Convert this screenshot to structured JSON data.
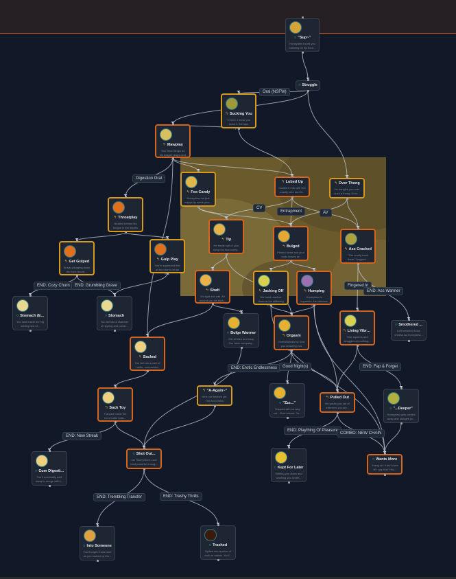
{
  "colors": {
    "canvas_bg": "#111827",
    "topbar_bg": "#261f24",
    "accent_orange": "#d9641c",
    "accent_gold": "#d99a1c",
    "node_bg": "#1f2633",
    "ending_icon": "#38bdf8"
  },
  "nodes": [
    {
      "id": "sup",
      "title": "\"Sup~\"",
      "icon": "circle-icon",
      "desc": "Honeydew found you roaming on his floor...",
      "avatar": "#d4a63a"
    },
    {
      "id": "struggle",
      "title": "Struggle",
      "icon": "circle-icon",
      "desc": ""
    },
    {
      "id": "sucking-you",
      "title": "Sucking You",
      "icon": "arrow-icon",
      "desc": "\"C'mon. I know you loved it. He laps your...",
      "avatar": "#9c9a3a"
    },
    {
      "id": "mawplay",
      "title": "Mawplay",
      "icon": "arrow-icon",
      "desc": "Your heart drops as his tongue drags over hi...",
      "avatar": "#d8c060"
    },
    {
      "id": "fox-candy",
      "title": "Fox Candy",
      "icon": "arrow-icon",
      "desc": "Honeydew not just enjoys lip meds your...",
      "avatar": "#e0b84a"
    },
    {
      "id": "lubed-up",
      "title": "Lubed Up",
      "icon": "arrow-icon",
      "desc": "Coated in his spit! Not exactly lube but it'll...",
      "avatar": ""
    },
    {
      "id": "over-thong",
      "title": "Over Thong",
      "icon": "arrow-icon",
      "desc": "He dangles you over such a thong. Droo...",
      "avatar": ""
    },
    {
      "id": "throatplay",
      "title": "Throatplay",
      "icon": "arrow-icon",
      "desc": "Nestled behind his tongue in the depths ...",
      "avatar": "#e0701c"
    },
    {
      "id": "tip",
      "title": "Tip",
      "icon": "arrow-icon",
      "desc": "He feeds half of your body into that sorely...",
      "avatar": "#e8b24a"
    },
    {
      "id": "bulged",
      "title": "Bulged",
      "icon": "arrow-icon",
      "desc": "Pinned down and your body leaves an almos...",
      "avatar": "#e6a830"
    },
    {
      "id": "ass-cracked",
      "title": "Ass Cracked",
      "icon": "arrow-icon",
      "desc": "\"Get comfy back there\" Trapped...",
      "avatar": "#b0a040"
    },
    {
      "id": "get-gulped",
      "title": "Get Gulped",
      "icon": "arrow-icon",
      "desc": "Slowly plunging down the fox's throat....",
      "avatar": "#e0701c"
    },
    {
      "id": "gulp-play",
      "title": "Gulp Play",
      "icon": "arrow-icon",
      "desc": "You're squeezed first all too nice to let go be...",
      "avatar": "#e0701c"
    },
    {
      "id": "shaft",
      "title": "Shaft",
      "icon": "arrow-icon",
      "desc": "It's tight and wet. All around you his thick...",
      "avatar": "#ecb04a"
    },
    {
      "id": "jacking-off",
      "title": "Jacking Off",
      "icon": "arrow-icon",
      "desc": "His hand reaches down at his stiffening cock...",
      "avatar": "#d8d050"
    },
    {
      "id": "humping",
      "title": "Humping",
      "icon": "arrow-icon",
      "desc": "Honeydew is impatient. He clutches the...",
      "avatar": "#9a70b0"
    },
    {
      "id": "stomach-e",
      "title": "Stomach (E...",
      "icon": "circle-icon",
      "desc": "You land inside the big wrinkly bed of...",
      "avatar": "#e8d890"
    },
    {
      "id": "stomach",
      "title": "Stomach",
      "icon": "circle-icon",
      "desc": "You fall into a chamber of rippling and pulsin...",
      "avatar": "#e8d890"
    },
    {
      "id": "bulge-warmer",
      "title": "Bulge Warmer",
      "icon": "circle-icon",
      "desc": "Get all nice and cozy. You have company...",
      "avatar": "#e8b030"
    },
    {
      "id": "orgasm",
      "title": "Orgasm",
      "icon": "arrow-icon",
      "desc": "Overwhelmed by how you amazing you feel...",
      "avatar": "#e8b030"
    },
    {
      "id": "living-vibrator",
      "title": "Living Vibrator",
      "icon": "arrow-icon",
      "desc": "Your squirms and struggles do nothing...",
      "avatar": "#d8d050"
    },
    {
      "id": "smothered",
      "title": "Smothered ...",
      "icon": "circle-icon",
      "desc": "Left between those cheeks as Honeydew...",
      "avatar": ""
    },
    {
      "id": "sacked",
      "title": "Sacked",
      "icon": "arrow-icon",
      "desc": "You fall into a pool of white, surrounded by...",
      "avatar": "#f0d080"
    },
    {
      "id": "a-again",
      "title": "\"A-Again~\"",
      "icon": "arrow-icon",
      "desc": "He's not finished yet. This fox's libido knew...",
      "avatar": ""
    },
    {
      "id": "zzz",
      "title": "\"Zzz...\"",
      "icon": "circle-icon",
      "desc": "Trapped with no way out... Even worse, Yo...",
      "avatar": "#e8b030"
    },
    {
      "id": "pulled-out",
      "title": "Pulled Out",
      "icon": "arrow-icon",
      "desc": "He yanks you out of wherever you are...",
      "avatar": ""
    },
    {
      "id": "deeper",
      "title": "\"...Deeper\"",
      "icon": "circle-icon",
      "desc": "Honeydew gets carried away and plunges yo...",
      "avatar": "#b0b040"
    },
    {
      "id": "sack-toy",
      "title": "Sack Toy",
      "icon": "arrow-icon",
      "desc": "Trapped inside the fox's fertile balls...",
      "avatar": "#f0d080"
    },
    {
      "id": "cum-digestion",
      "title": "Cum Digesti...",
      "icon": "circle-icon",
      "desc": "You'll eventually melt away to merge with t...",
      "avatar": "#f0d080"
    },
    {
      "id": "shot-out",
      "title": "Shot Out...",
      "icon": "circle-icon",
      "desc": "On Honeydew's cord load powerful enoug...",
      "avatar": ""
    },
    {
      "id": "kept-for-later",
      "title": "Kept For Later",
      "icon": "circle-icon",
      "desc": "Settling you down and washing you under...",
      "avatar": "#e8c030"
    },
    {
      "id": "wants-more",
      "title": "Wants More",
      "icon": "circle-icon",
      "desc": "\"Hang on! It ain't over til' I say it is!\" His...",
      "avatar": ""
    },
    {
      "id": "into-someone",
      "title": "Into Someone",
      "icon": "circle-icon",
      "desc": "You thought it was over as you rushed up the...",
      "avatar": "#e0a040"
    },
    {
      "id": "trashed",
      "title": "Trashed",
      "icon": "circle-icon",
      "desc": "Spilled into a piece of cloth or rubber. You'l...",
      "avatar": "#3a1a0a"
    }
  ],
  "edge_labels": [
    "Oral (NSFW)",
    "Digestion Oral",
    "CV",
    "Entrapment",
    "AV",
    "END: Cozy Churn",
    "END: Grumbling Grave",
    "Fingered In",
    "END: Ass Warmer",
    "END: Erotic Endlessness",
    "Good Night(s)",
    "END: Fap & Forget",
    "END: Plaything Of Pleasure",
    "COMBO: NEW CHAIN",
    "END: New Streak",
    "END: Trembling Transfer",
    "END: Trashy Thrills"
  ]
}
